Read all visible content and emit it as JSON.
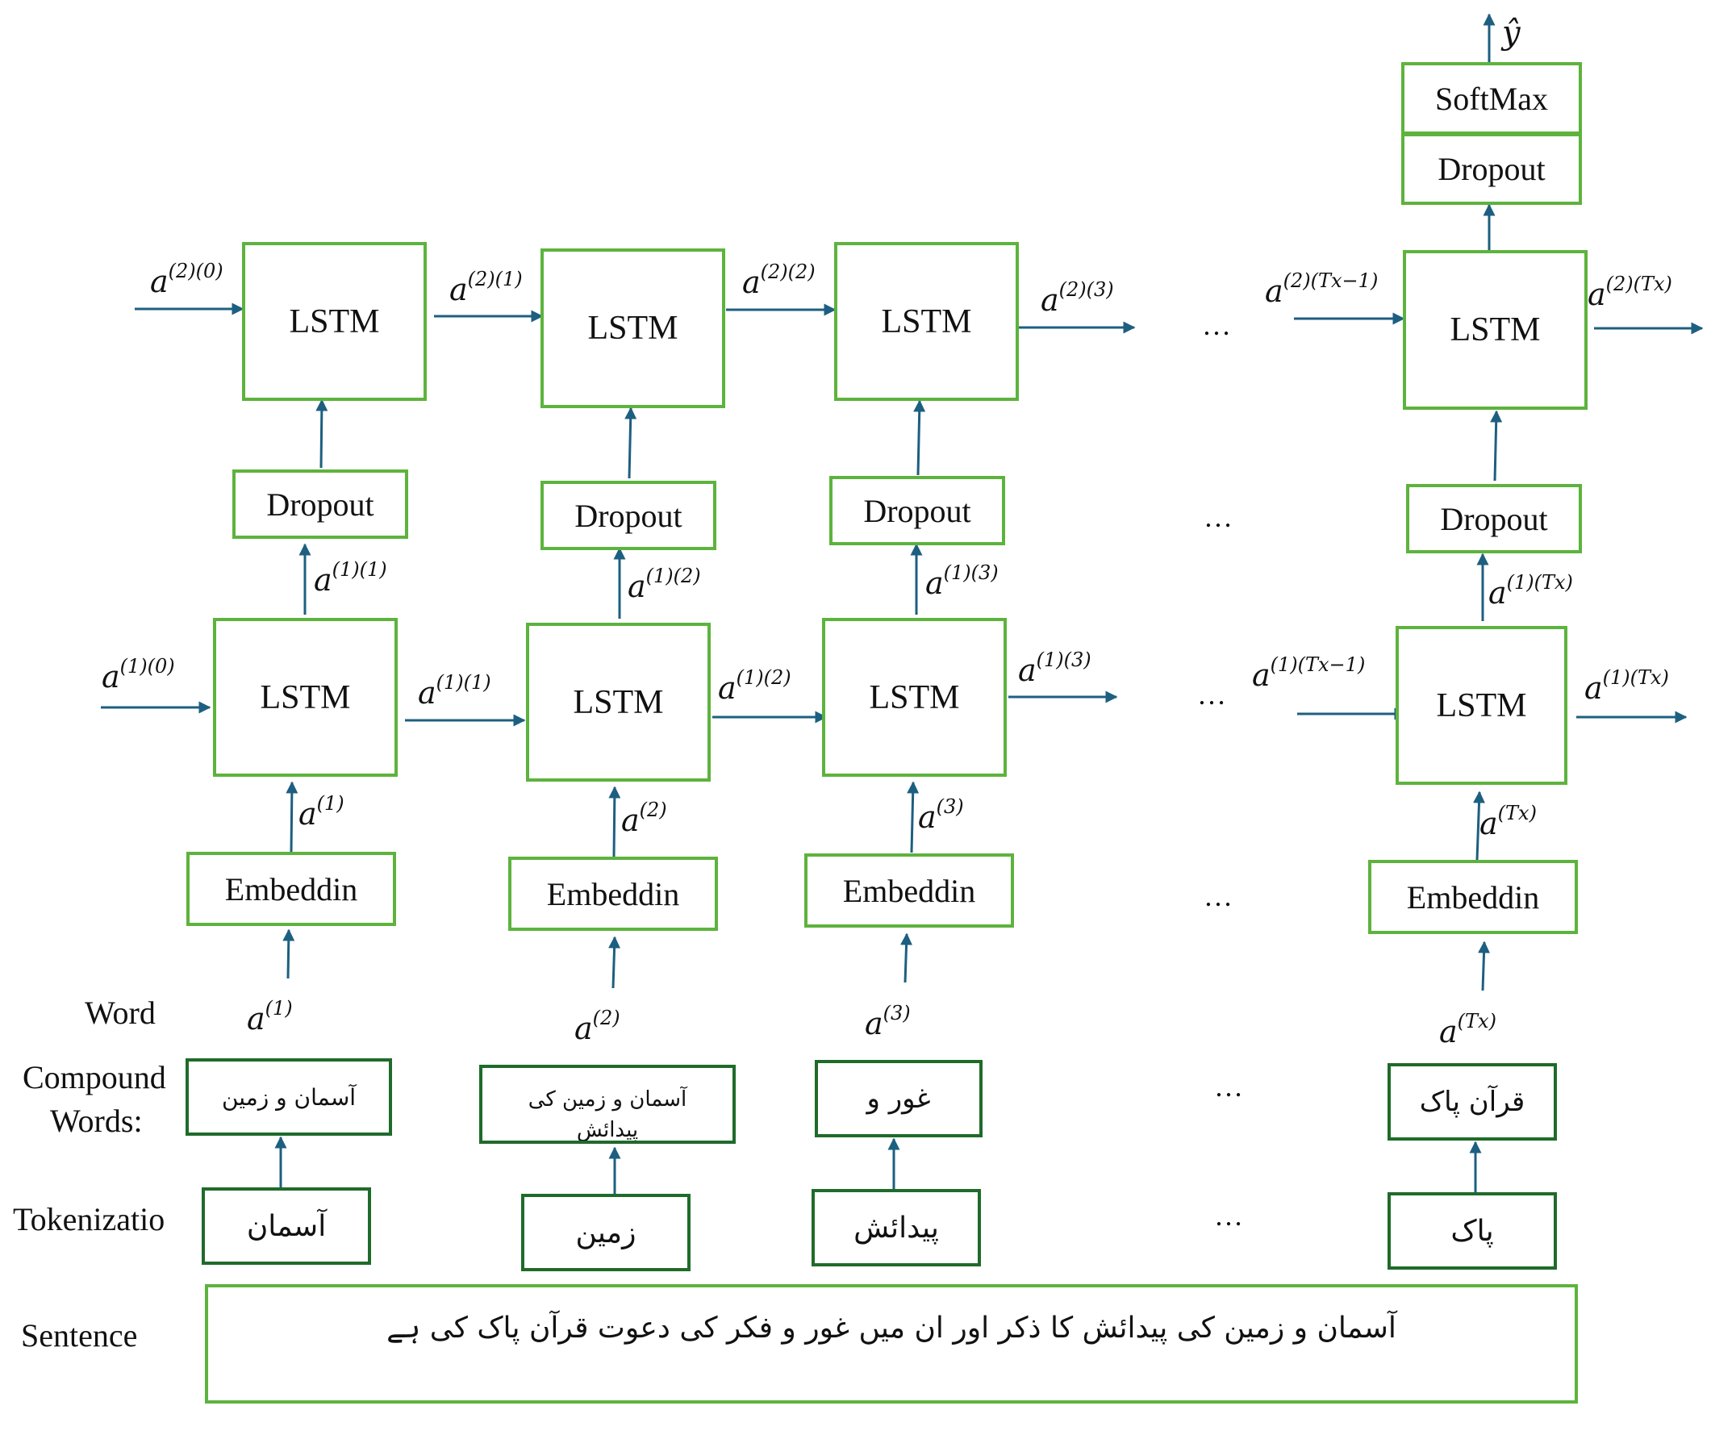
{
  "labels": {
    "lstm": "LSTM",
    "dropout": "Dropout",
    "embedding": "Embeddin",
    "softmax": "SoftMax",
    "output": "ŷ",
    "ellipsis": "…"
  },
  "row_labels": {
    "word": "Word",
    "compound_line1": "Compound",
    "compound_line2": "Words:",
    "tokenization": "Tokenizatio",
    "sentence": "Sentence"
  },
  "states": {
    "l2_0": {
      "base": "a",
      "sup": "(2)(0)"
    },
    "l2_1": {
      "base": "a",
      "sup": "(2)(1)"
    },
    "l2_2": {
      "base": "a",
      "sup": "(2)(2)"
    },
    "l2_3": {
      "base": "a",
      "sup": "(2)(3)"
    },
    "l2_tx1": {
      "base": "a",
      "sup": "(2)(Tx−1)"
    },
    "l2_tx": {
      "base": "a",
      "sup": "(2)(Tx)"
    },
    "l1_0": {
      "base": "a",
      "sup": "(1)(0)"
    },
    "l1_1": {
      "base": "a",
      "sup": "(1)(1)"
    },
    "l1_2": {
      "base": "a",
      "sup": "(1)(2)"
    },
    "l1_3": {
      "base": "a",
      "sup": "(1)(3)"
    },
    "l1_tx1": {
      "base": "a",
      "sup": "(1)(Tx−1)"
    },
    "l1_tx": {
      "base": "a",
      "sup": "(1)(Tx)"
    },
    "in_1": {
      "base": "a",
      "sup": "(1)"
    },
    "in_2": {
      "base": "a",
      "sup": "(2)"
    },
    "in_3": {
      "base": "a",
      "sup": "(3)"
    },
    "in_tx": {
      "base": "a",
      "sup": "(Tx)"
    }
  },
  "compound_words": [
    "آسمان و زمین",
    "آسمان و زمین کی پیدائش",
    "غور و",
    "قرآن پاک"
  ],
  "tokens": [
    "آسمان",
    "زمین",
    "پیدائش",
    "پاک"
  ],
  "sentence": "آسمان و زمین کی پیدائش کا ذکر اور ان میں غور و فکر کی دعوت قرآن پاک کی ہے",
  "colors": {
    "light_green": "#5db33d",
    "dark_green": "#1f6b2a",
    "arrow_blue": "#1d5f80"
  }
}
